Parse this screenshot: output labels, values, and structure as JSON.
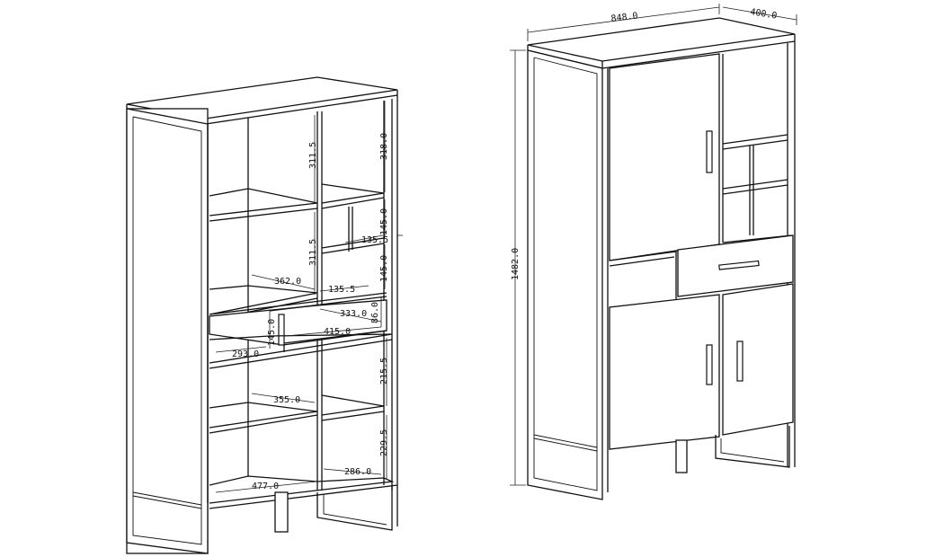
{
  "diagram": {
    "left_view": {
      "dimensions": {
        "h_top_left": "311.5",
        "h_top_right": "318.0",
        "h_mid_left": "311.5",
        "h_small_a": "145.0",
        "h_small_b": "145.0",
        "w_small_shelf": "135.5",
        "w_small_shelf_b": "135.5",
        "w_left_shelf": "362.0",
        "w_drawer": "333.0",
        "h_drawer": "86.0",
        "w_drawer_front": "415.0",
        "h_drawer_left": "145.0",
        "w_low_left": "293.0",
        "h_low_right": "215.5",
        "w_low_shelf": "355.0",
        "h_bottom_right": "229.5",
        "w_bottom_right": "286.0",
        "w_bottom_left": "477.0"
      }
    },
    "right_view": {
      "dimensions": {
        "width": "848.0",
        "depth": "400.0",
        "height": "1482.0"
      }
    }
  }
}
